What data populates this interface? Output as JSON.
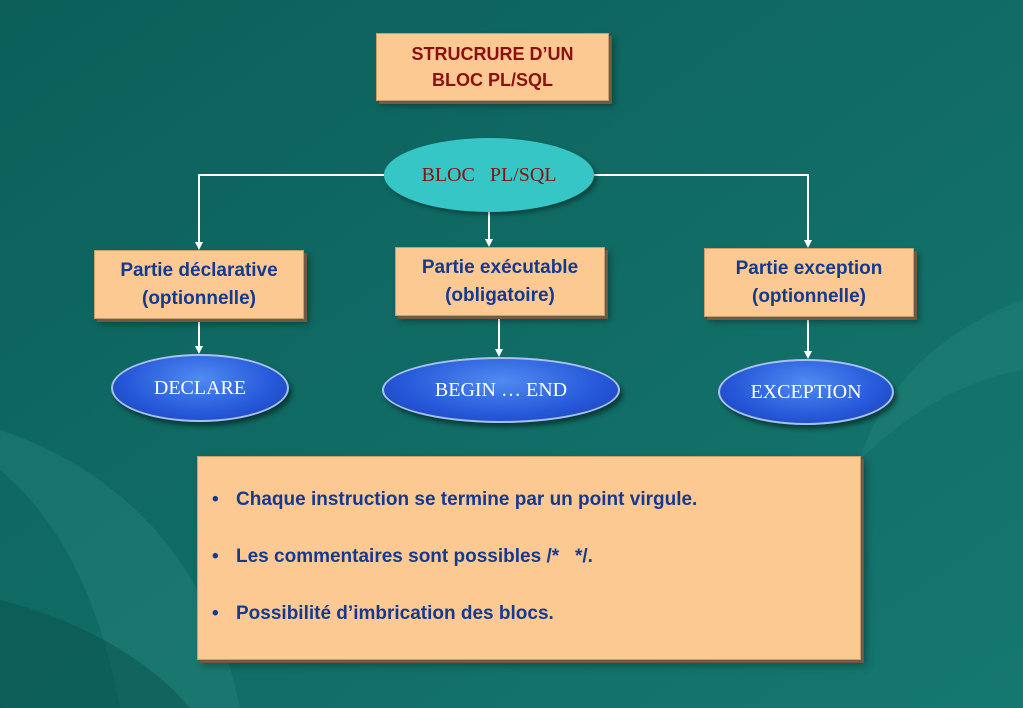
{
  "title": {
    "line1": "STRUCRURE D’UN",
    "line2": "BLOC  PL/SQL"
  },
  "root": {
    "label": "BLOC   PL/SQL"
  },
  "parts": [
    {
      "line1": "Partie déclarative",
      "line2": "(optionnelle)",
      "keyword": "DECLARE"
    },
    {
      "line1": "Partie exécutable",
      "line2": "(obligatoire)",
      "keyword": "BEGIN … END"
    },
    {
      "line1": "Partie exception",
      "line2": "(optionnelle)",
      "keyword": "EXCEPTION"
    }
  ],
  "notes": [
    "Chaque instruction se termine par un point virgule.",
    "Les commentaires sont possibles /*   */.",
    "Possibilité d’imbrication des blocs."
  ],
  "colors": {
    "background": "#0f6b65",
    "box_fill": "#fdc992",
    "title_text": "#8b1010",
    "part_text": "#143a8f",
    "root_fill": "#36c6c6",
    "keyword_fill": "#2658d9"
  }
}
